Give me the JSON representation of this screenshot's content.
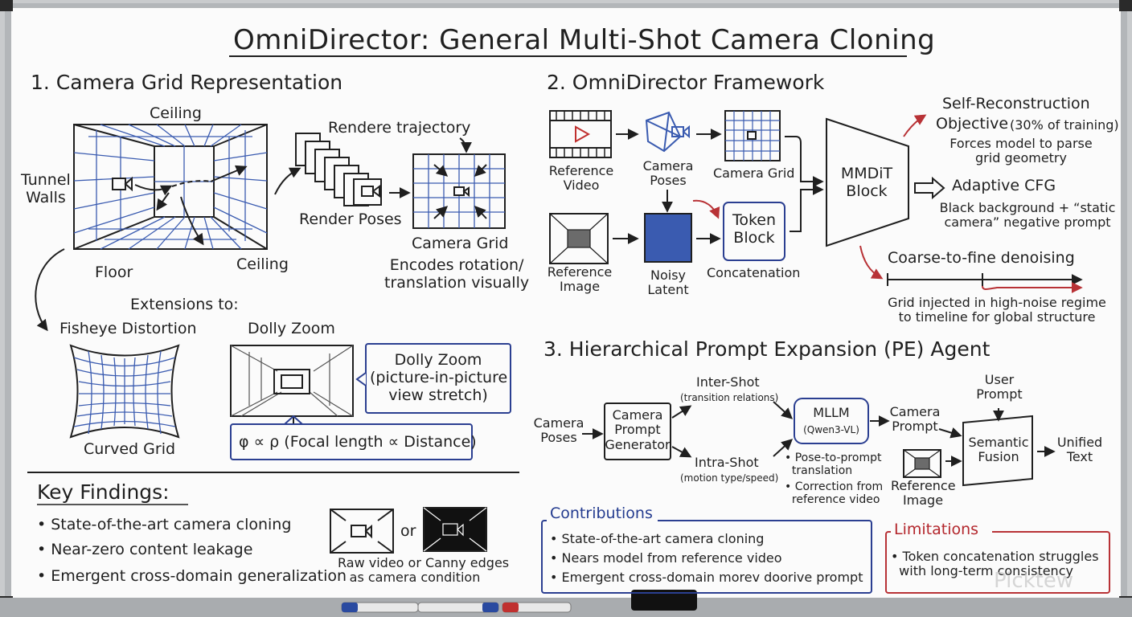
{
  "title": "OmniDirector: General Multi-Shot Camera Cloning",
  "section1": {
    "heading": "1. Camera Grid Representation",
    "ceiling_top": "Ceiling",
    "tunnel_walls": "Tunnel\nWalls",
    "floor": "Floor",
    "ceiling_bottom": "Ceiling",
    "rendere_trajectory": "Rendere trajectory",
    "render_poses": "Render Poses",
    "camera_grid": "Camera Grid",
    "camera_grid_desc": "Encodes rotation/\ntranslation visually",
    "extensions": "Extensions to:",
    "fisheye": "Fisheye Distortion",
    "curved_grid": "Curved Grid",
    "dolly_zoom": "Dolly Zoom",
    "dolly_box": "Dolly Zoom\n(picture-in-picture\nview stretch)",
    "formula": "φ ∝ ρ (Focal length ∝ Distance)"
  },
  "findings": {
    "heading": "Key Findings:",
    "items": [
      "• State-of-the-art camera cloning",
      "• Near-zero content leakage",
      "• Emergent cross-domain generalization"
    ],
    "or": "or",
    "caption": "Raw video or Canny edges\nas camera condition"
  },
  "section2": {
    "heading": "2. OmniDirector Framework",
    "reference_video": "Reference\nVideo",
    "camera_poses": "Camera\nPoses",
    "camera_grid": "Camera Grid",
    "reference_image": "Reference\nImage",
    "noisy_latent": "Noisy\nLatent",
    "token_block": "Token\nBlock",
    "concatenation": "Concatenation",
    "mmdit": "MMDiT\nBlock",
    "self_recon": "Self-Reconstruction",
    "objective": "Objective",
    "objective_pct": "(30% of training)",
    "forces": "Forces model to parse\ngrid geometry",
    "adaptive_cfg": "Adaptive CFG",
    "black_bg": "Black background + “static\ncamera” negative prompt",
    "coarse": "Coarse-to-fine denoising",
    "grid_injected": "Grid injected in high-noise regime\nto timeline for global structure"
  },
  "section3": {
    "heading": "3. Hierarchical Prompt Expansion (PE) Agent",
    "camera_poses": "Camera\nPoses",
    "generator": "Camera\nPrompt\nGenerator",
    "inter_shot": "Inter-Shot",
    "inter_sub": "(transition relations)",
    "intra_shot": "Intra-Shot",
    "intra_sub": "(motion type/speed)",
    "mllm": "MLLM",
    "mllm_sub": "(Qwen3-VL)",
    "bullet1": "• Pose-to-prompt\n  translation",
    "bullet2": "• Correction from\n  reference video",
    "camera_prompt": "Camera\nPrompt",
    "reference_image": "Reference\nImage",
    "user_prompt": "User\nPrompt",
    "semantic_fusion": "Semantic\nFusion",
    "unified_text": "Unified\nText"
  },
  "contributions": {
    "heading": "Contributions",
    "items": [
      "• State-of-the-art camera cloning",
      "• Nears model from reference video",
      "• Emergent cross-domain morev doorive prompt"
    ]
  },
  "limitations": {
    "heading": "Limitations",
    "items": [
      "• Token concatenation struggles\n  with long-term consistency"
    ]
  },
  "watermark": "Picktew",
  "colors": {
    "board": "#fbfbfb",
    "frame": "#b9bcbf",
    "ink": "#1f1f1f",
    "blue": "#2b3f91",
    "red": "#b83236",
    "grid_blue": "#3a5bb0"
  }
}
